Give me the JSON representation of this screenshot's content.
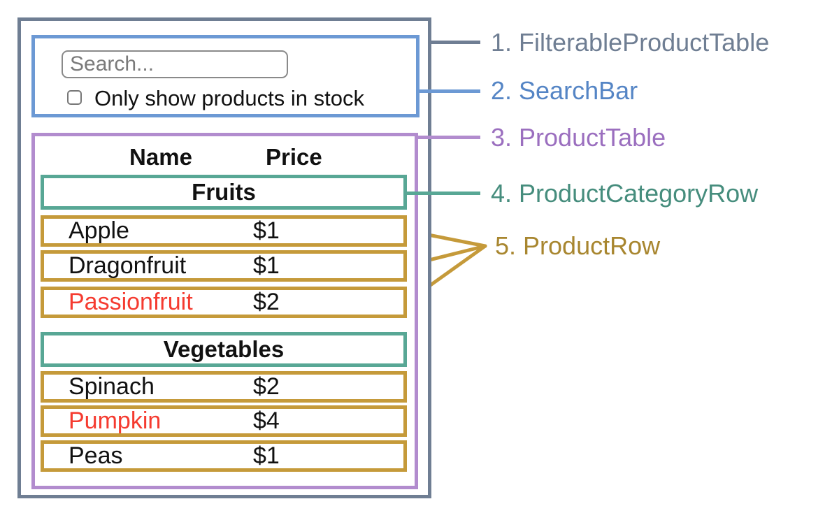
{
  "app": {
    "search": {
      "placeholder": "Search...",
      "checkbox_label": "Only show products in stock",
      "checkbox_checked": false
    },
    "table": {
      "name_header": "Name",
      "price_header": "Price",
      "sections": [
        {
          "category": "Fruits",
          "rows": [
            {
              "name": "Apple",
              "price": "$1",
              "highlighted": false
            },
            {
              "name": "Dragonfruit",
              "price": "$1",
              "highlighted": false
            },
            {
              "name": "Passionfruit",
              "price": "$2",
              "highlighted": true
            }
          ]
        },
        {
          "category": "Vegetables",
          "rows": [
            {
              "name": "Spinach",
              "price": "$2",
              "highlighted": false
            },
            {
              "name": "Pumpkin",
              "price": "$4",
              "highlighted": true
            },
            {
              "name": "Peas",
              "price": "$1",
              "highlighted": false
            }
          ]
        }
      ]
    }
  },
  "annotations": [
    "1. FilterableProductTable",
    "2. SearchBar",
    "3. ProductTable",
    "4. ProductCategoryRow",
    "5. ProductRow"
  ],
  "colors": {
    "outer_slate": "#6F7E93",
    "searchbar_blue": "#6C99D4",
    "product_table_purple": "#B28CCE",
    "category_teal": "#58A795",
    "product_row_gold": "#C59A3A",
    "highlight_red": "#F53B30"
  }
}
